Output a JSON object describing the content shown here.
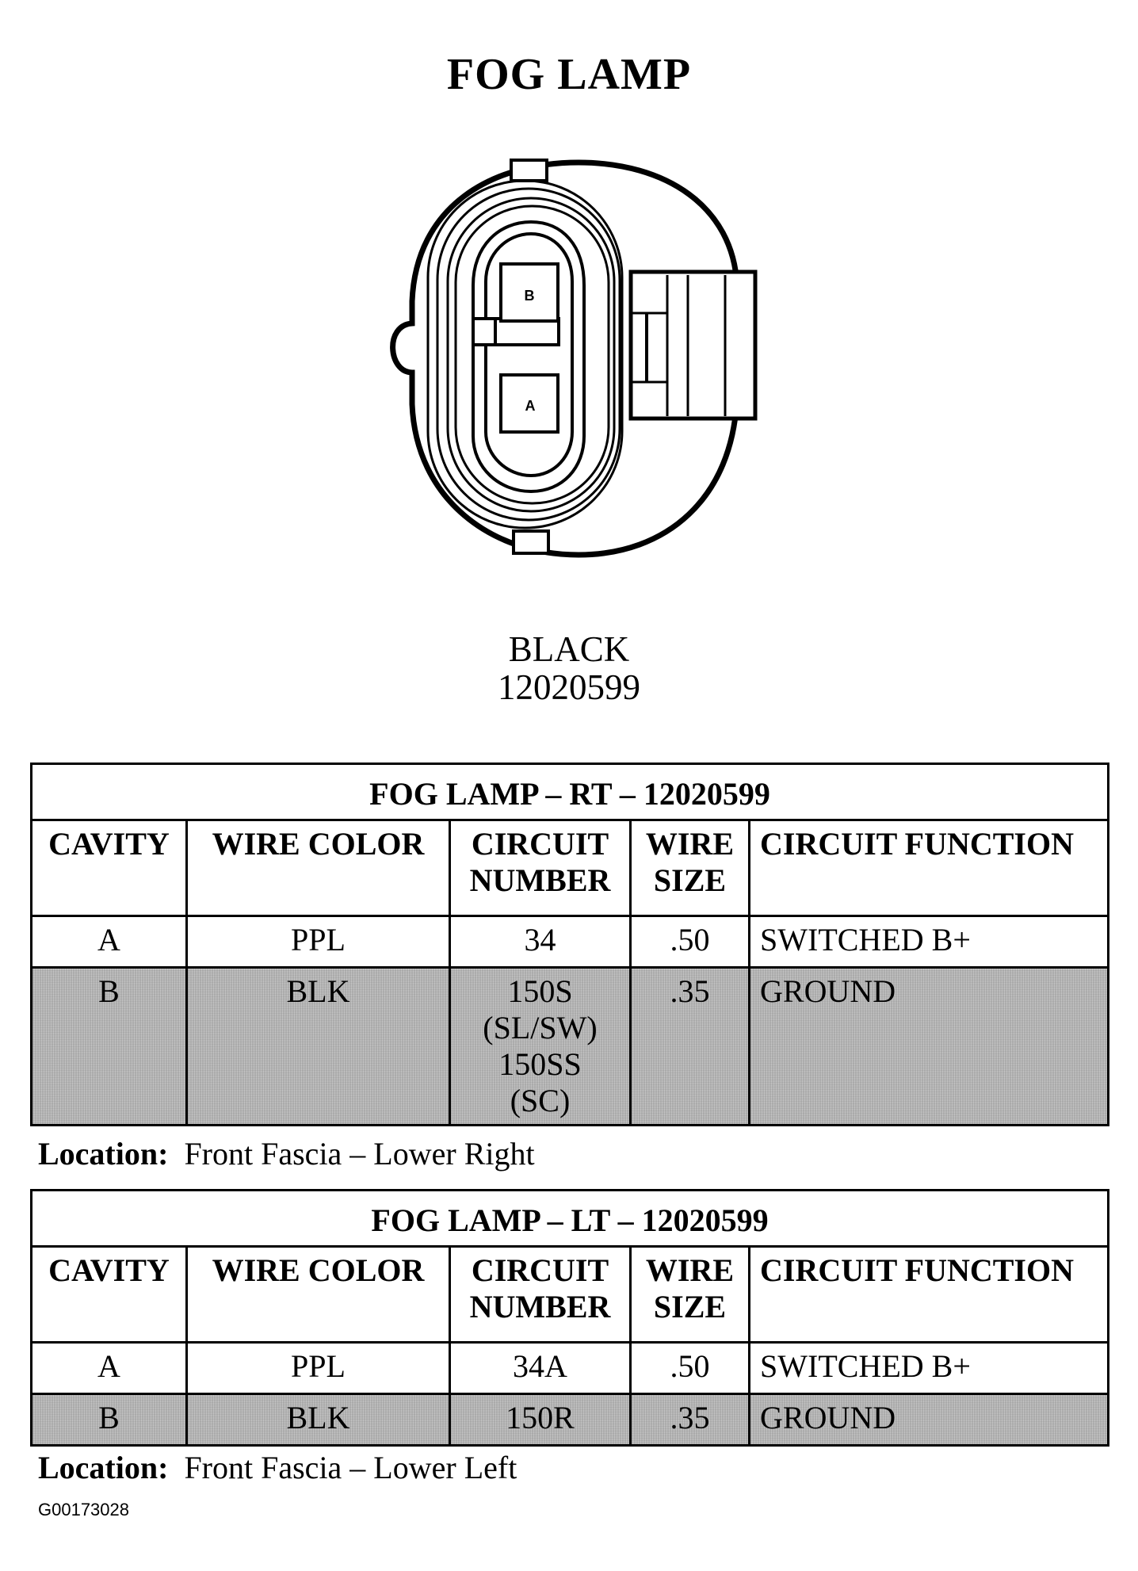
{
  "title": "FOG LAMP",
  "connector": {
    "cavities": [
      "B",
      "A"
    ],
    "color": "BLACK",
    "part_number": "12020599"
  },
  "table_headers": {
    "cavity": "CAVITY",
    "wire_color": "WIRE COLOR",
    "circuit_number_1": "CIRCUIT",
    "circuit_number_2": "NUMBER",
    "wire_size_1": "WIRE",
    "wire_size_2": "SIZE",
    "circuit_function": "CIRCUIT FUNCTION"
  },
  "tables": [
    {
      "caption": "FOG LAMP – RT – 12020599",
      "rows": [
        {
          "cavity": "A",
          "wire_color": "PPL",
          "circuit_number": [
            "34"
          ],
          "wire_size": ".50",
          "circuit_function": "SWITCHED B+"
        },
        {
          "cavity": "B",
          "wire_color": "BLK",
          "circuit_number": [
            "150S",
            "(SL/SW)",
            "150SS",
            "(SC)"
          ],
          "wire_size": ".35",
          "circuit_function": "GROUND"
        }
      ],
      "location_label": "Location:",
      "location_value": "Front Fascia – Lower Right"
    },
    {
      "caption": "FOG LAMP – LT – 12020599",
      "rows": [
        {
          "cavity": "A",
          "wire_color": "PPL",
          "circuit_number": [
            "34A"
          ],
          "wire_size": ".50",
          "circuit_function": "SWITCHED B+"
        },
        {
          "cavity": "B",
          "wire_color": "BLK",
          "circuit_number": [
            "150R"
          ],
          "wire_size": ".35",
          "circuit_function": "GROUND"
        }
      ],
      "location_label": "Location:",
      "location_value": "Front Fascia – Lower Left"
    }
  ],
  "figure_id": "G00173028"
}
